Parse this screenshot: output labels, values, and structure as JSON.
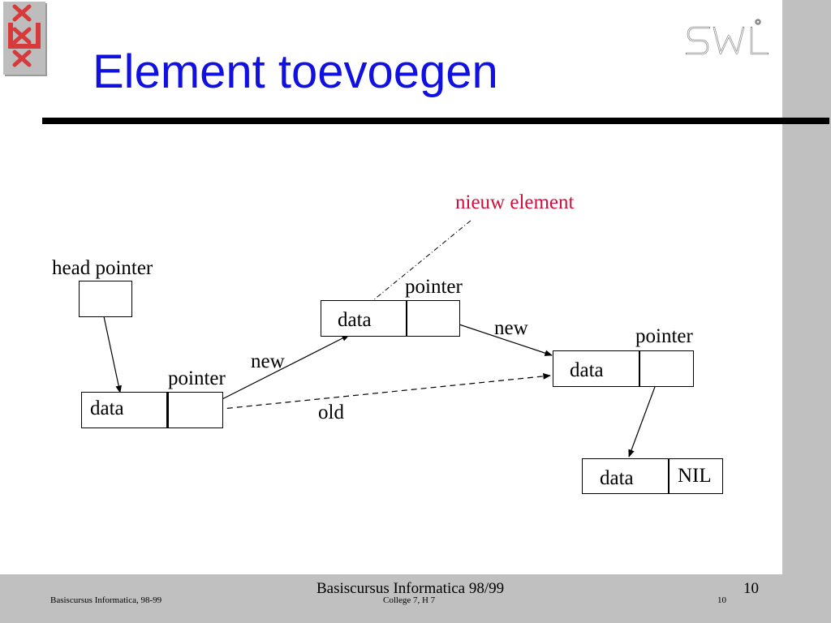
{
  "slide": {
    "title": "Element toevoegen",
    "logo_text": "SWI"
  },
  "diagram": {
    "labels": {
      "nieuw_element": "nieuw element",
      "head_pointer": "head pointer",
      "pointer_left": "pointer",
      "pointer_middle": "pointer",
      "pointer_right": "pointer",
      "new_left": "new",
      "new_right": "new",
      "old": "old"
    },
    "nodes": {
      "first_data": "data",
      "middle_data": "data",
      "right_data": "data",
      "last_data": "data",
      "last_nil": "NIL"
    }
  },
  "footer": {
    "center_title": "Basiscursus Informatica 98/99",
    "page_number": "10",
    "left_small": "Basiscursus Informatica, 98-99",
    "center_small": "College 7, H 7",
    "right_small": "10"
  }
}
